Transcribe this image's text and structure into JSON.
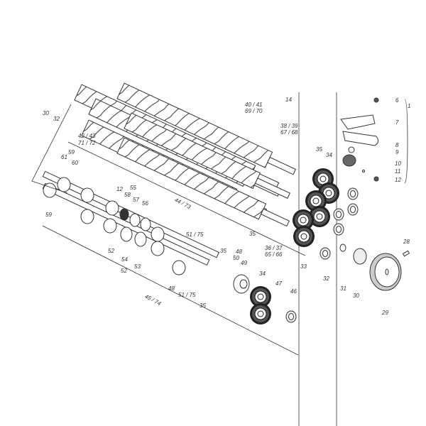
{
  "diagram": {
    "type": "exploded-parts-drawing",
    "labels": [
      "30",
      "32",
      "42 / 43",
      "71 / 72",
      "40 / 41",
      "69 / 70",
      "14",
      "38 / 39",
      "67 / 68",
      "35",
      "34",
      "6",
      "1",
      "7",
      "8",
      "9",
      "10",
      "11",
      "12",
      "61",
      "59",
      "60",
      "59",
      "12",
      "58",
      "55",
      "57",
      "56",
      "44 / 73",
      "35",
      "36 / 37",
      "65 / 66",
      "33",
      "32",
      "31",
      "30",
      "29",
      "28",
      "51 / 75",
      "52",
      "54",
      "53",
      "52",
      "35",
      "48",
      "50",
      "49",
      "34",
      "47",
      "46",
      "48",
      "51 / 75",
      "35",
      "45 / 74"
    ]
  }
}
